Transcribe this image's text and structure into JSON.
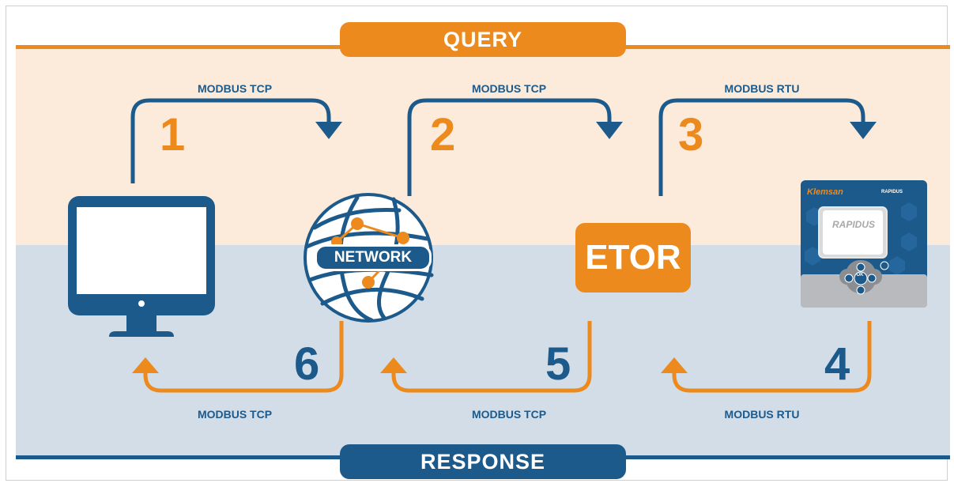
{
  "headers": {
    "query": "QUERY",
    "response": "RESPONSE"
  },
  "nodes": {
    "network": "NETWORK",
    "etor": "ETOR",
    "device": {
      "brand": "Klemsan",
      "model": "RAPIDUS",
      "screen_text": "RAPIDUS",
      "button": "OK"
    }
  },
  "steps": [
    {
      "number": "1",
      "protocol": "MODBUS TCP",
      "direction": "query"
    },
    {
      "number": "2",
      "protocol": "MODBUS TCP",
      "direction": "query"
    },
    {
      "number": "3",
      "protocol": "MODBUS RTU",
      "direction": "query"
    },
    {
      "number": "4",
      "protocol": "MODBUS RTU",
      "direction": "response"
    },
    {
      "number": "5",
      "protocol": "MODBUS TCP",
      "direction": "response"
    },
    {
      "number": "6",
      "protocol": "MODBUS TCP",
      "direction": "response"
    }
  ],
  "colors": {
    "orange": "#ec8a1d",
    "blue": "#1c5a8b",
    "query_band": "#fcebdb",
    "response_band": "#d3dde8"
  },
  "icons": {
    "computer": "monitor-icon",
    "network": "network-globe-icon",
    "device": "power-meter-icon"
  }
}
